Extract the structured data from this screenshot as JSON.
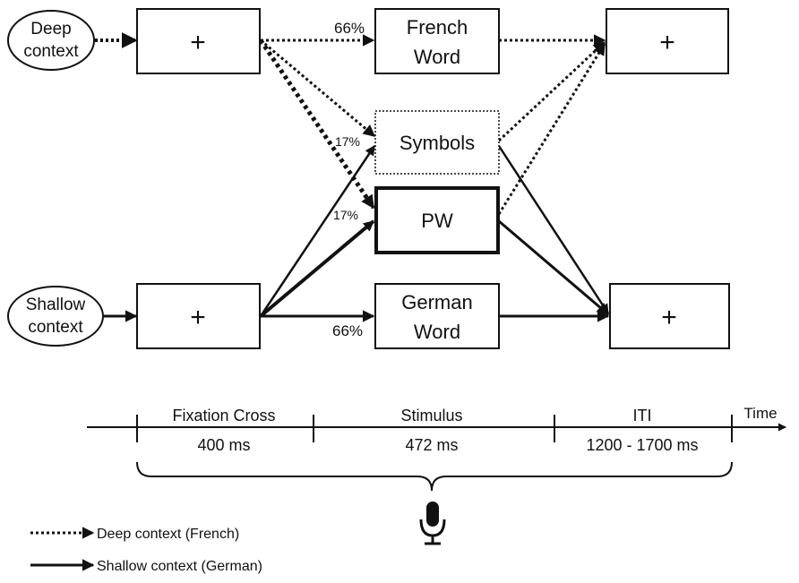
{
  "contexts": {
    "deep": [
      "Deep",
      "context"
    ],
    "shallow": [
      "Shallow",
      "context"
    ]
  },
  "fixation_symbol": "+",
  "stimuli": {
    "french": [
      "French",
      "Word"
    ],
    "symbols": "Symbols",
    "pw": "PW",
    "german": [
      "German",
      "Word"
    ]
  },
  "probabilities": {
    "deep_french": "66%",
    "deep_symbols": "17%",
    "shallow_pw": "17%",
    "shallow_german": "66%"
  },
  "timeline": {
    "time_label": "Time",
    "segments": [
      {
        "name": "Fixation Cross",
        "duration": "400 ms"
      },
      {
        "name": "Stimulus",
        "duration": "472 ms"
      },
      {
        "name": "ITI",
        "duration": "1200 - 1700 ms"
      }
    ]
  },
  "legend": {
    "deep": "Deep context (French)",
    "shallow": "Shallow context (German)"
  },
  "icons": {
    "recording": "microphone-icon"
  }
}
